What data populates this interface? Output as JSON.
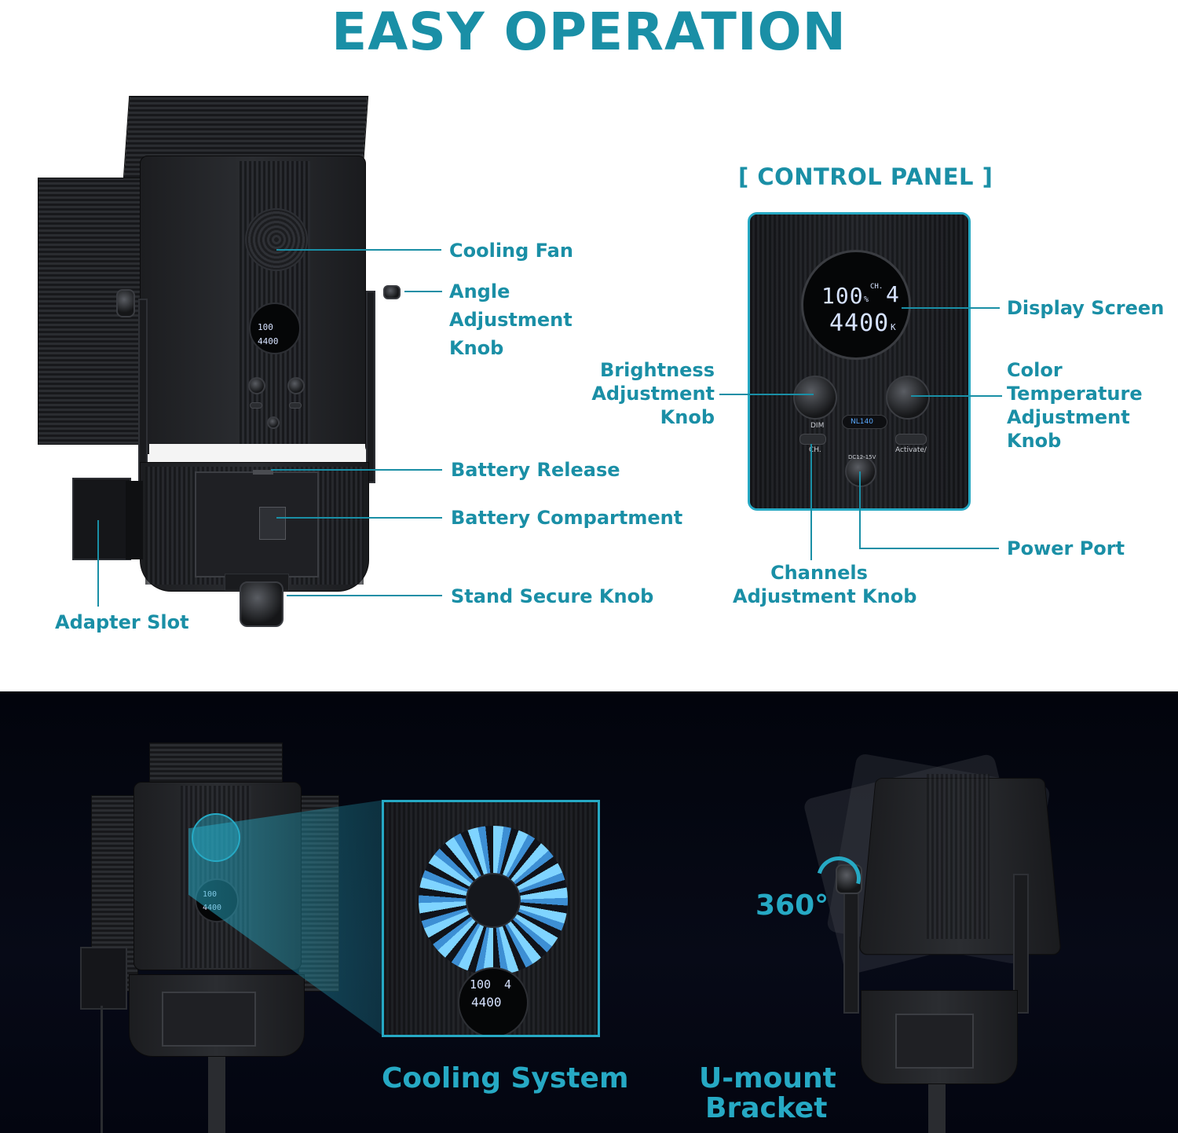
{
  "header": {
    "title": "EASY OPERATION"
  },
  "left_callouts": {
    "cooling_fan": "Cooling Fan",
    "angle_knob": [
      "Angle",
      "Adjustment",
      "Knob"
    ],
    "battery_release": "Battery Release",
    "battery_compartment": "Battery Compartment",
    "stand_secure_knob": "Stand Secure Knob",
    "adapter_slot": "Adapter Slot"
  },
  "control_panel": {
    "title": "[ CONTROL PANEL ]",
    "display_screen": "Display Screen",
    "brightness_knob": [
      "Brightness",
      "Adjustment",
      "Knob"
    ],
    "color_temp_knob": [
      "Color",
      "Temperature",
      "Adjustment",
      "Knob"
    ],
    "power_port": "Power Port",
    "channels_knob": [
      "Channels",
      "Adjustment Knob"
    ],
    "lcd": {
      "brightness": "100",
      "percent": "%",
      "ch_label": "CH.",
      "channel": "4",
      "kelvin": "4400",
      "k": "K"
    },
    "model": "NL140",
    "dim": "DIM",
    "ch_button": "CH.",
    "activate_button": "Activate/",
    "port_text": "DC12-15V"
  },
  "bottom": {
    "cooling_system": "Cooling System",
    "u_mount": [
      "U-mount",
      "Bracket"
    ],
    "rotation": "360°"
  },
  "colors": {
    "accent": "#1a8fa6",
    "dark_bg": "#05070f",
    "highlight": "#26a9c4"
  }
}
